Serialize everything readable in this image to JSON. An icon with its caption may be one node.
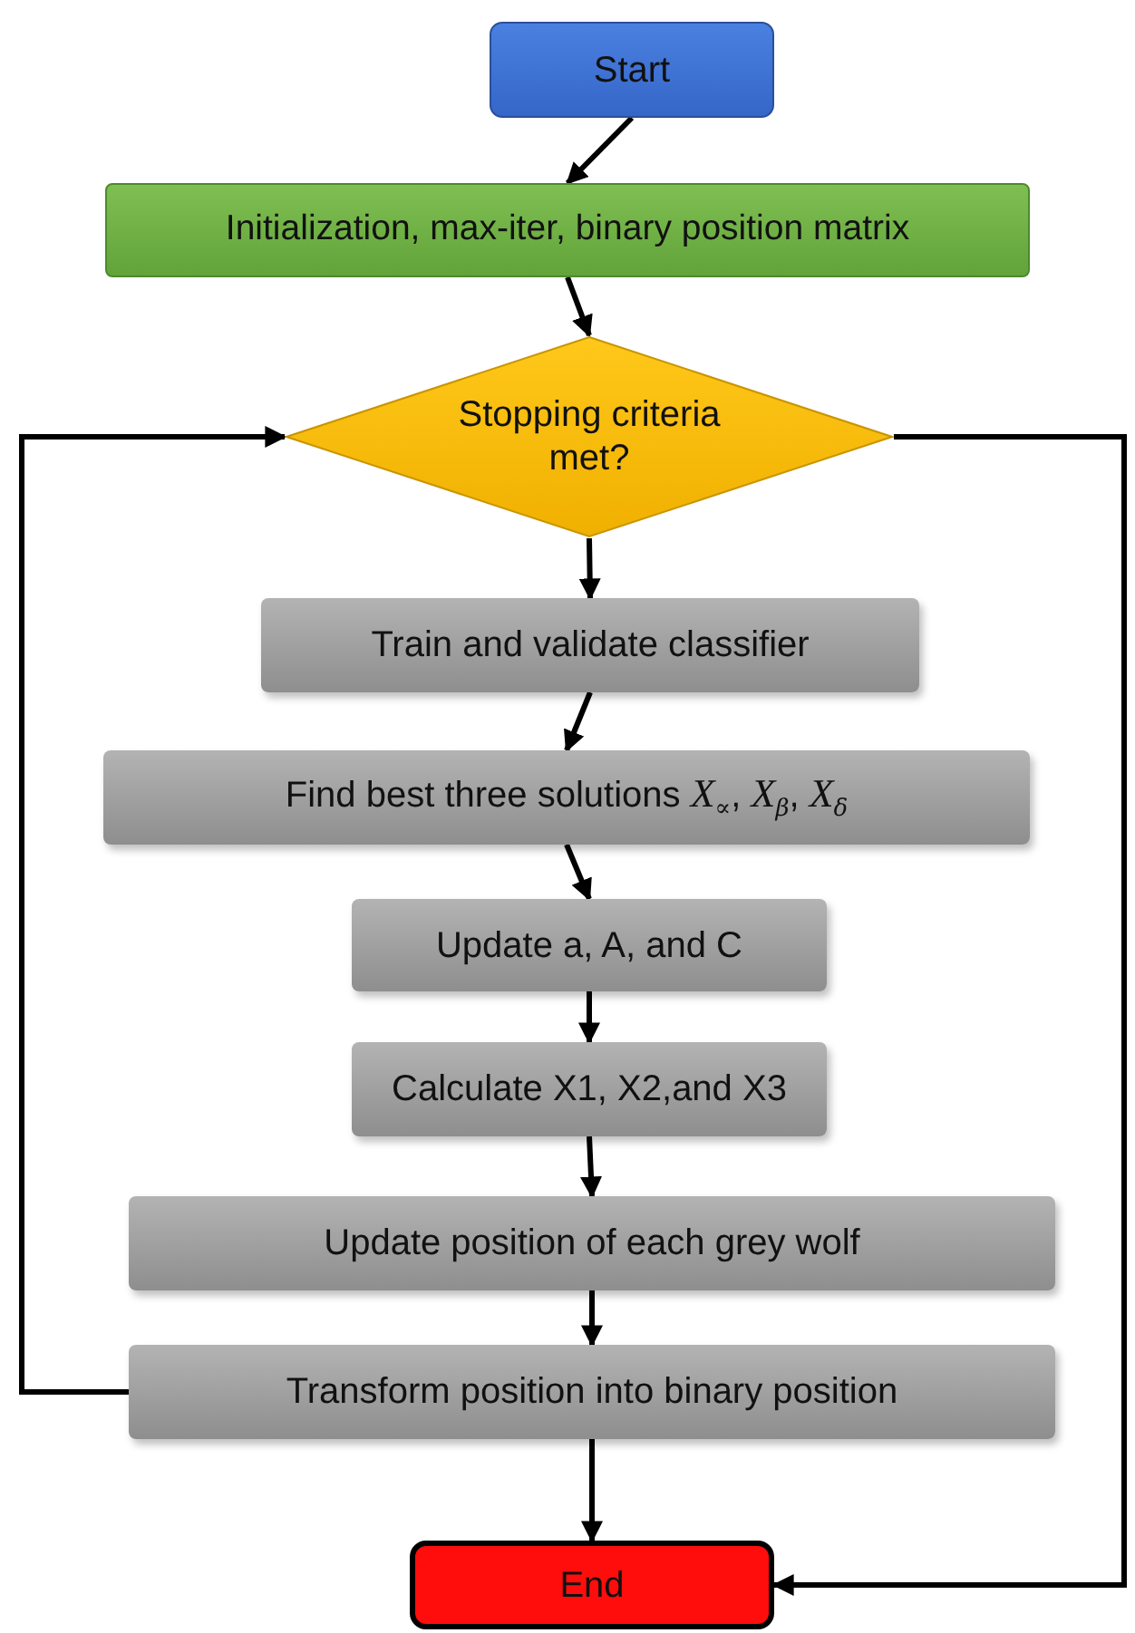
{
  "diagram": {
    "nodes": [
      {
        "text": [
          "Start"
        ]
      },
      {
        "text": [
          "Initialization, max-iter, binary position matrix"
        ]
      },
      {
        "text": [
          "Stopping criteria met?"
        ]
      },
      {
        "text": [
          "Train and validate classifier"
        ]
      },
      {
        "text": [
          "Find best three solutions *X*$_{∝}$,  *X*$_{β}$,  *X*$_{δ}$"
        ]
      },
      {
        "text": [
          "Update a, A, and C"
        ]
      },
      {
        "text": [
          "Calculate X1, X2,and X3"
        ]
      },
      {
        "text": [
          "Update position of each grey wolf"
        ]
      },
      {
        "text": [
          "Transform position into binary position"
        ]
      },
      {
        "text": [
          "End"
        ]
      }
    ],
    "edges": [
      {
        "from": 0,
        "to": 1,
        "arrow": "to"
      },
      {
        "from": 1,
        "to": 2,
        "arrow": "to"
      },
      {
        "from": 2,
        "to": 3,
        "arrow": "to"
      },
      {
        "from": 3,
        "to": 4,
        "arrow": "to"
      },
      {
        "from": 4,
        "to": 5,
        "arrow": "to"
      },
      {
        "from": 5,
        "to": 6,
        "arrow": "to"
      },
      {
        "from": 6,
        "to": 7,
        "arrow": "to"
      },
      {
        "from": 7,
        "to": 8,
        "arrow": "to"
      },
      {
        "from": 8,
        "to": 9,
        "arrow": "to"
      },
      {
        "from": 8,
        "to": 2,
        "arrow": "to"
      },
      {
        "from": 2,
        "to": 9,
        "arrow": "to"
      }
    ]
  }
}
